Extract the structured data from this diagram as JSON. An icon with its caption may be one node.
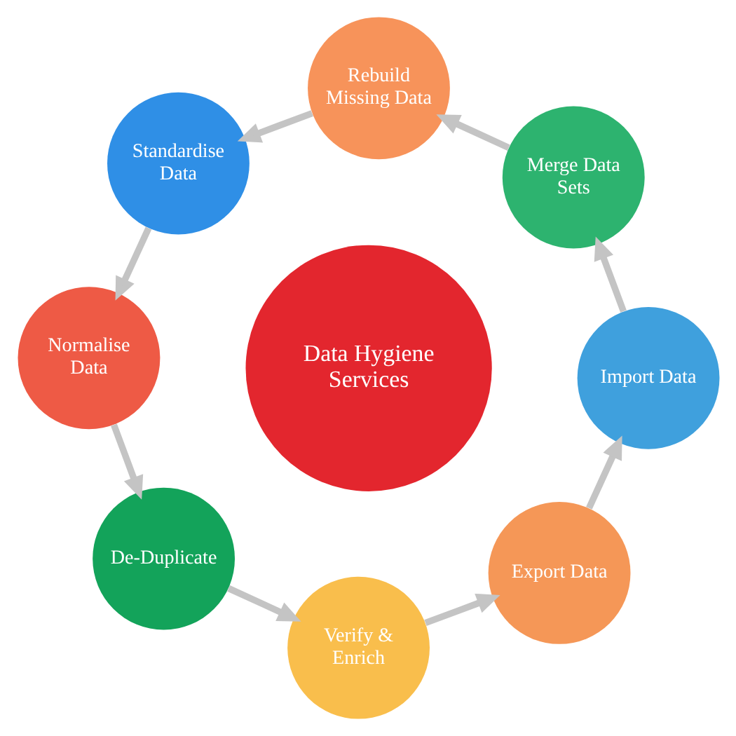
{
  "diagram": {
    "nodes": [
      {
        "text": [
          "Data Hygiene Services"
        ]
      },
      {
        "text": [
          "Import Data"
        ]
      },
      {
        "text": [
          "Merge Data Sets"
        ]
      },
      {
        "text": [
          "Rebuild Missing Data"
        ]
      },
      {
        "text": [
          "Standardise Data"
        ]
      },
      {
        "text": [
          "Normalise Data"
        ]
      },
      {
        "text": [
          "De-Duplicate"
        ]
      },
      {
        "text": [
          "Verify & Enrich"
        ]
      },
      {
        "text": [
          "Export Data"
        ]
      }
    ],
    "edges": [
      {
        "from": 1,
        "to": 2,
        "arrow": "to"
      },
      {
        "from": 2,
        "to": 3,
        "arrow": "to"
      },
      {
        "from": 3,
        "to": 4,
        "arrow": "to"
      },
      {
        "from": 4,
        "to": 5,
        "arrow": "to"
      },
      {
        "from": 5,
        "to": 6,
        "arrow": "to"
      },
      {
        "from": 6,
        "to": 7,
        "arrow": "to"
      },
      {
        "from": 7,
        "to": 8,
        "arrow": "to"
      },
      {
        "from": 8,
        "to": 1,
        "arrow": "to"
      }
    ]
  }
}
